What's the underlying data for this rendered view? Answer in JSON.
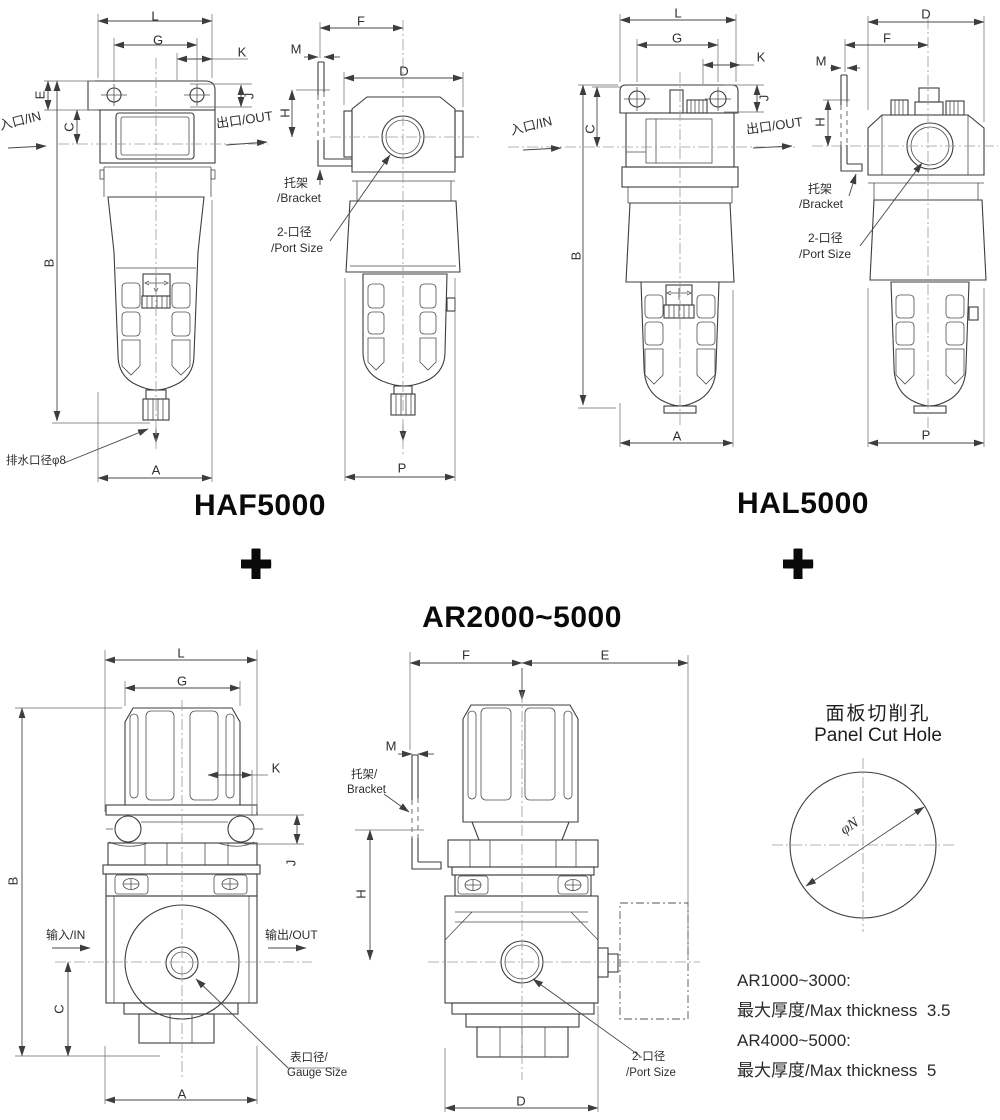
{
  "haf5000": {
    "title": "HAF5000",
    "front": {
      "L": "L",
      "G": "G",
      "K": "K",
      "E": "E",
      "C": "C",
      "J": "J",
      "B": "B",
      "A": "A",
      "inlet": "入口/IN",
      "outlet": "出口/OUT",
      "drain_note": "排水口径φ8"
    },
    "side": {
      "F": "F",
      "M": "M",
      "D": "D",
      "H": "H",
      "P": "P",
      "bracket_cn": "托架",
      "bracket_en": "/Bracket",
      "port_cn": "2-口径",
      "port_en": "/Port Size"
    }
  },
  "hal5000": {
    "title": "HAL5000",
    "front": {
      "L": "L",
      "G": "G",
      "K": "K",
      "C": "C",
      "J": "J",
      "B": "B",
      "A": "A",
      "inlet": "入口/IN",
      "outlet": "出口/OUT"
    },
    "side": {
      "F": "F",
      "M": "M",
      "D": "D",
      "H": "H",
      "P": "P",
      "bracket_cn": "托架",
      "bracket_en": "/Bracket",
      "port_cn": "2-口径",
      "port_en": "/Port Size"
    }
  },
  "ar": {
    "title": "AR2000~5000",
    "front": {
      "L": "L",
      "G": "G",
      "K": "K",
      "J": "J",
      "B": "B",
      "C": "C",
      "A": "A",
      "inlet": "输入/IN",
      "outlet": "输出/OUT",
      "gauge_cn": "表口径/",
      "gauge_en": "Gauge Size"
    },
    "side": {
      "F": "F",
      "E": "E",
      "M": "M",
      "H": "H",
      "D": "D",
      "bracket_cn": "托架/",
      "bracket_en": "Bracket",
      "port_cn": "2-口径",
      "port_en": "/Port Size"
    }
  },
  "plus": "+",
  "panel_cut_hole": {
    "title_cn": "面板切削孔",
    "title_en": "Panel Cut Hole",
    "diameter_label": "φN"
  },
  "notes": {
    "line1": "AR1000~3000:",
    "line2": "最大厚度/Max thickness  3.5",
    "line3": "AR4000~5000:",
    "line4": "最大厚度/Max thickness  5"
  },
  "colors": {
    "line": "#3d3d3d",
    "dim": "#474747",
    "center": "#9a9a9a",
    "text": "#222222"
  }
}
